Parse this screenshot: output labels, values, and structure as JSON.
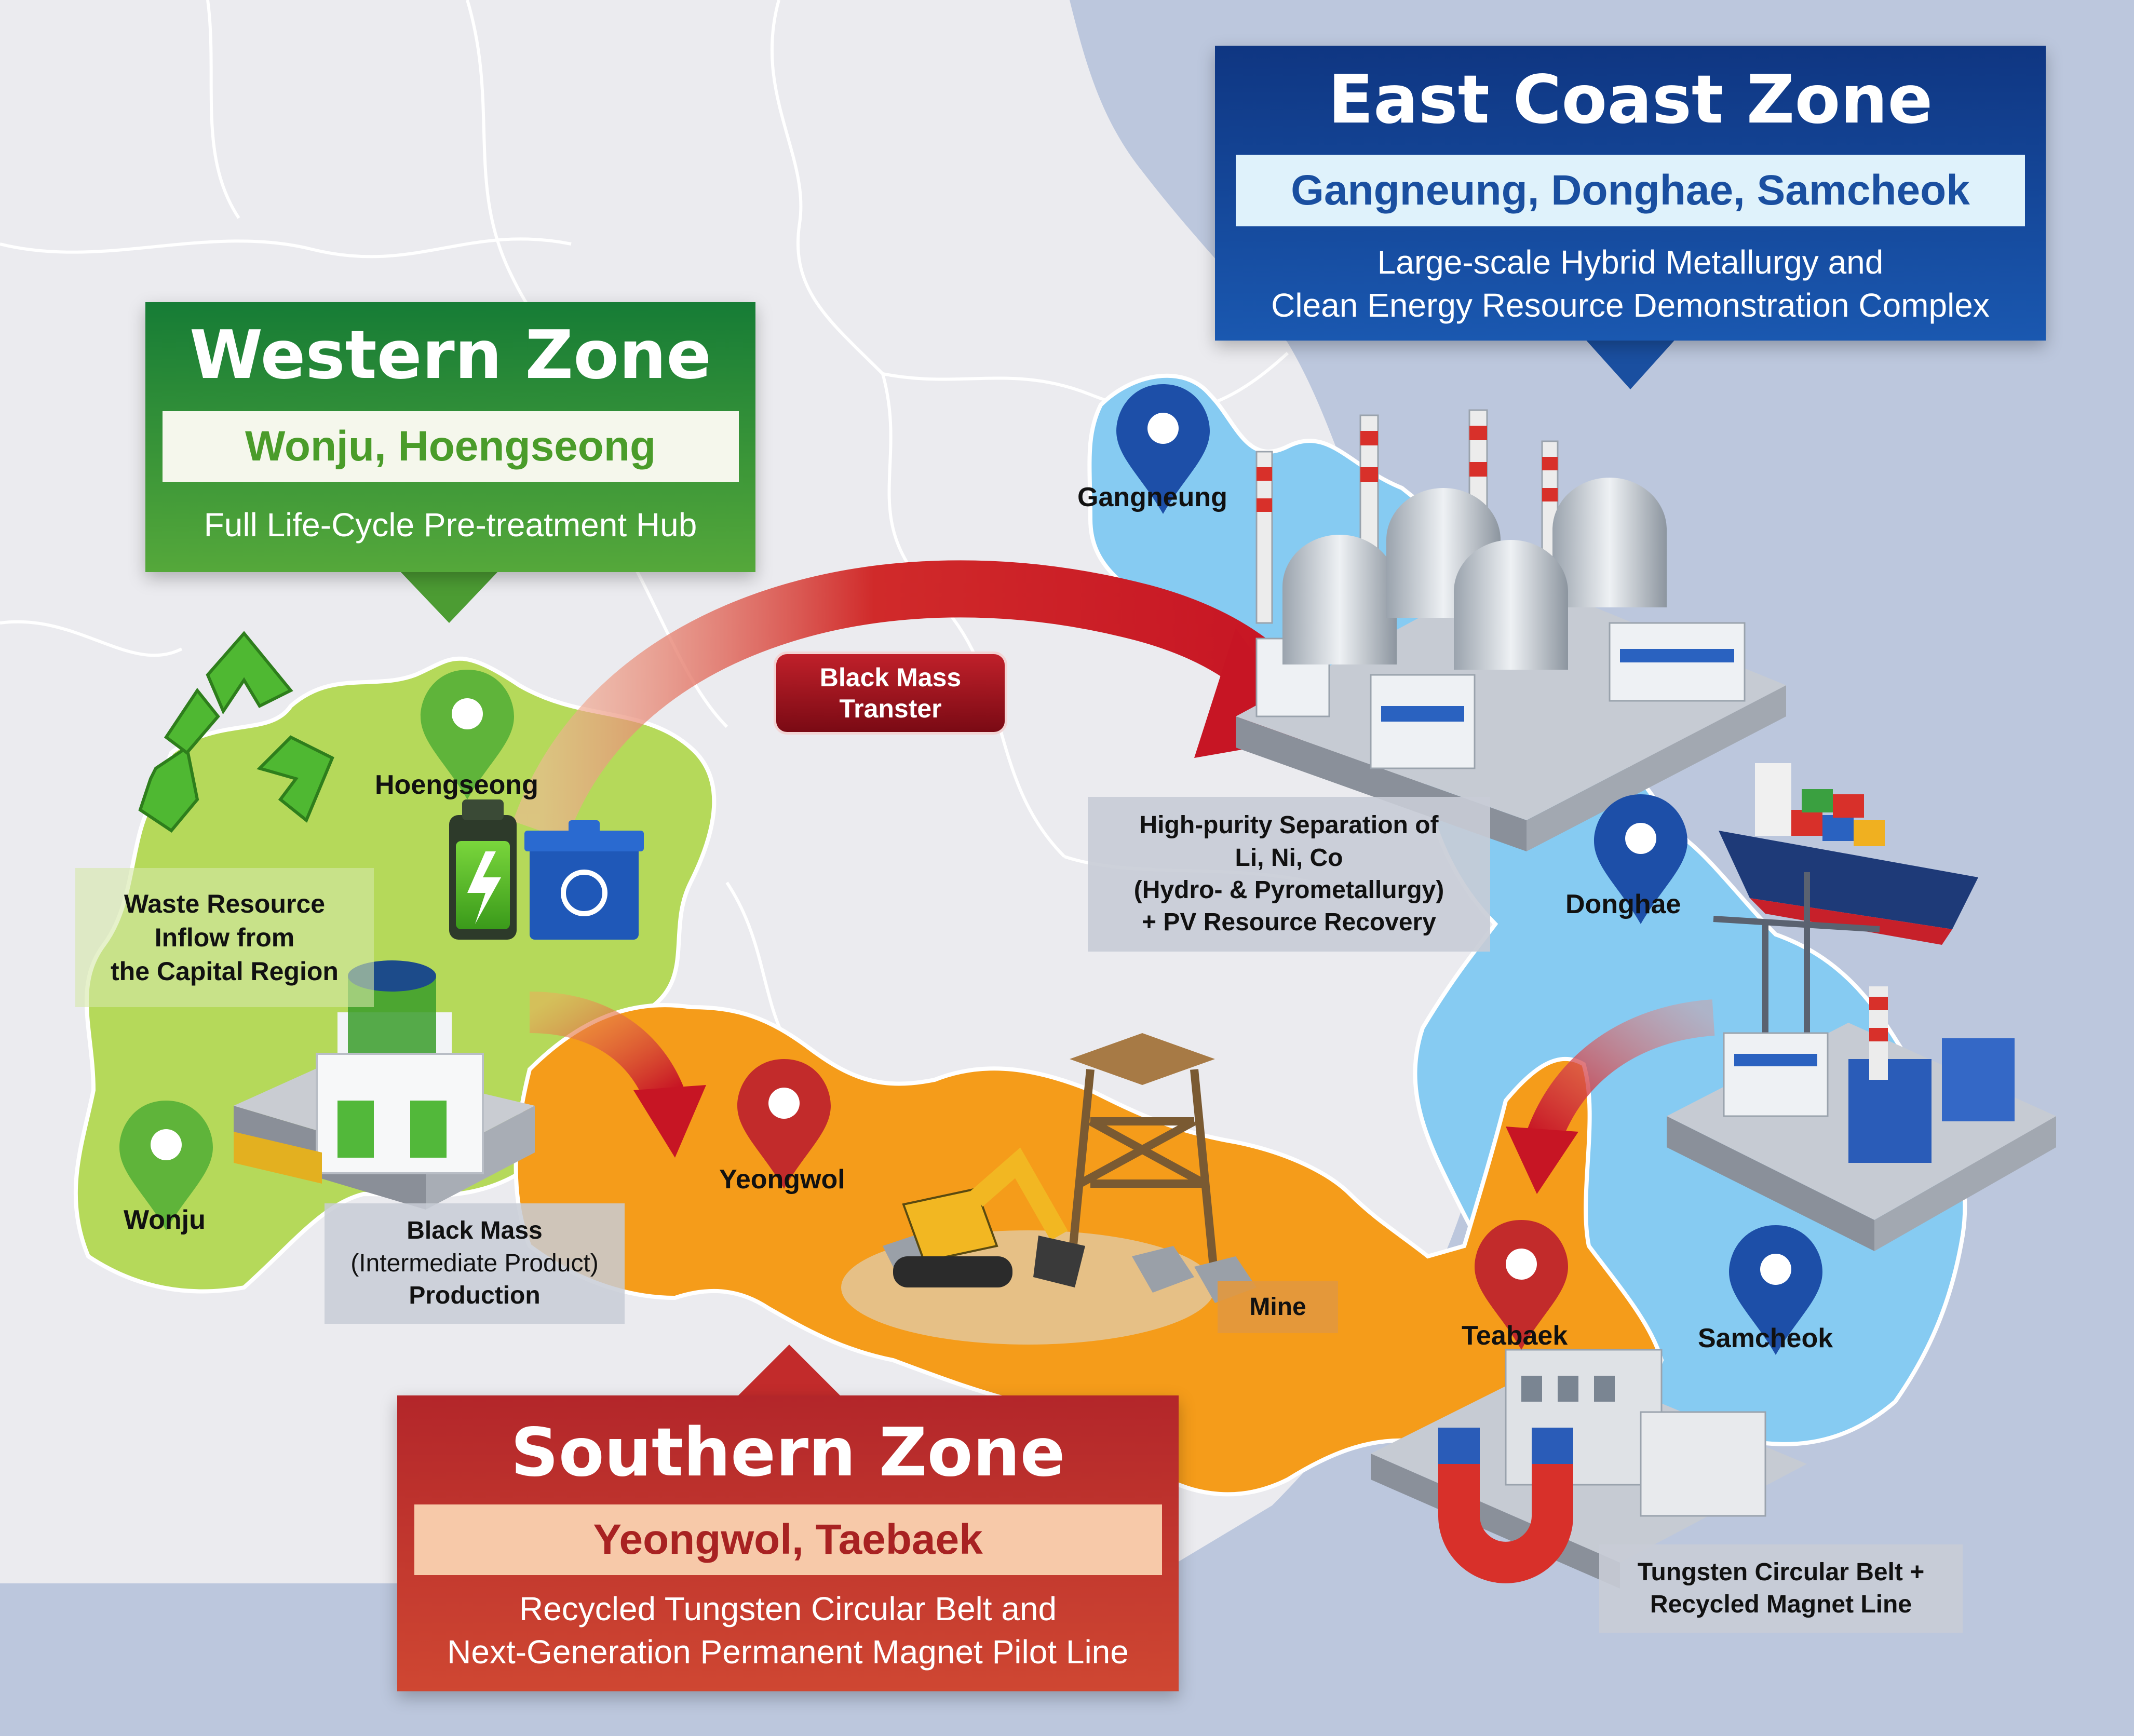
{
  "colors": {
    "background": "#bcc7dd",
    "land_gray": "#ebebef",
    "western_green": "#b5d95a",
    "eastern_blue": "#86cbf2",
    "southern_orange": "#f59c1a",
    "arrow_red": "#c71524"
  },
  "east_zone": {
    "title": "East Coast Zone",
    "cities": "Gangneung, Donghae, Samcheok",
    "desc_line1": "Large-scale Hybrid Metallurgy and",
    "desc_line2": "Clean Energy Resource Demonstration Complex"
  },
  "west_zone": {
    "title": "Western Zone",
    "cities": "Wonju, Hoengseong",
    "desc": "Full Life-Cycle Pre-treatment Hub"
  },
  "south_zone": {
    "title": "Southern Zone",
    "cities": "Yeongwol, Taebaek",
    "desc_line1": "Recycled Tungsten Circular Belt and",
    "desc_line2": "Next-Generation Permanent Magnet Pilot Line"
  },
  "places": {
    "gangneung": "Gangneung",
    "donghae": "Donghae",
    "samcheok": "Samcheok",
    "hoengseong": "Hoengseong",
    "wonju": "Wonju",
    "yeongwol": "Yeongwol",
    "taebaek": "Teabaek"
  },
  "transfer_label": {
    "line1": "Black Mass",
    "line2": "Transter"
  },
  "notes": {
    "waste": {
      "line1": "Waste Resource",
      "line2": "Inflow from",
      "line3": "the Capital Region"
    },
    "black_mass": {
      "line1": "Black Mass",
      "line2": "(Intermediate Product)",
      "line3": "Production"
    },
    "separation": {
      "line1": "High-purity Separation of",
      "line2": "Li, Ni, Co",
      "line3": "(Hydro- & Pyrometallurgy)",
      "line4": "+ PV Resource Recovery"
    },
    "mine": "Mine",
    "tungsten": {
      "line1": "Tungsten Circular Belt +",
      "line2": "Recycled Magnet Line"
    }
  },
  "icons": {
    "recycle": "recycle-icon",
    "battery": "battery-icon",
    "bin": "recycle-bin-icon",
    "pin": "map-pin-icon",
    "factory": "factory-icon",
    "ship": "cargo-ship-icon",
    "mine": "excavator-icon",
    "magnet": "magnet-icon"
  }
}
